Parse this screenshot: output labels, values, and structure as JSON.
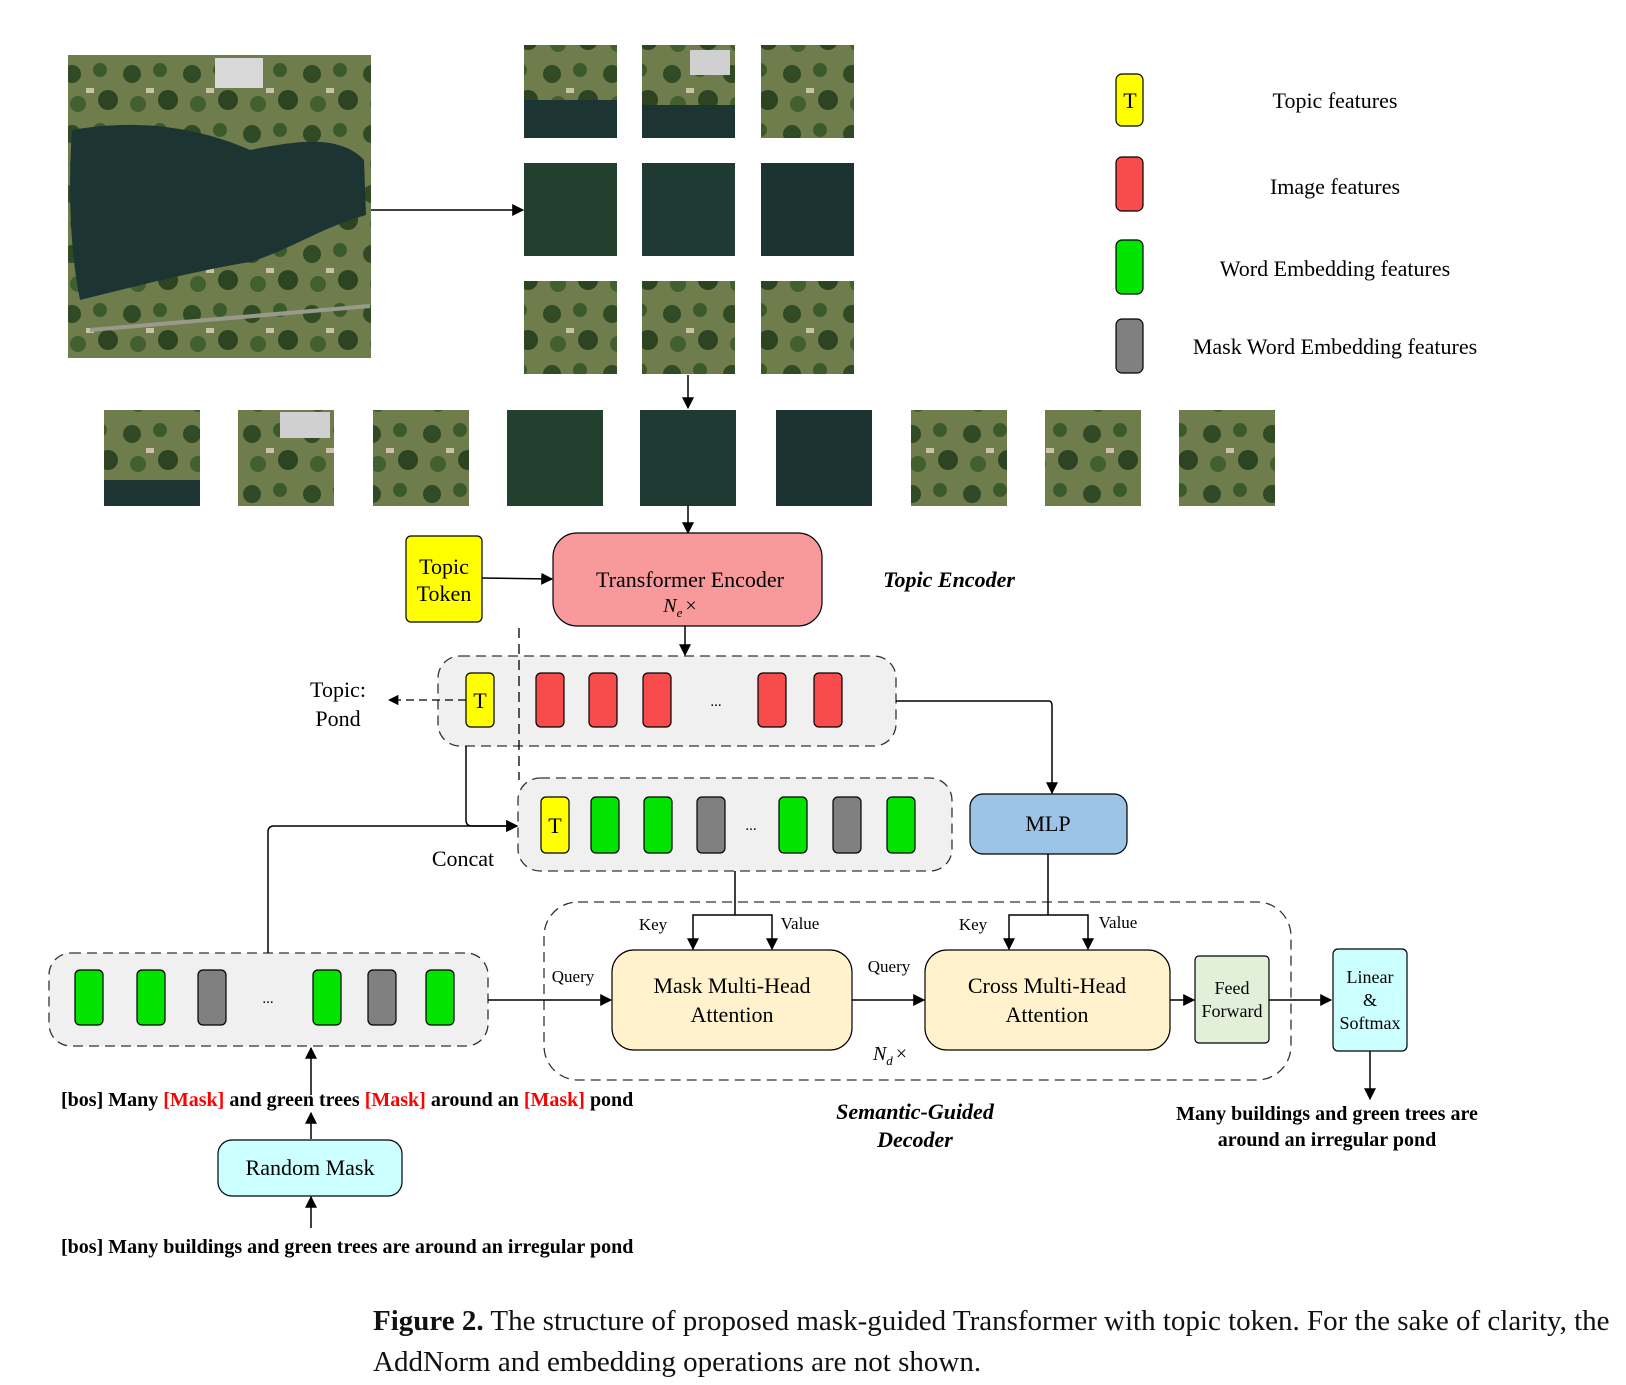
{
  "legend": [
    {
      "swatch_text": "T",
      "label": "Topic features",
      "color": "#ffff00"
    },
    {
      "swatch_text": "",
      "label": "Image features",
      "color": "#f84c4c"
    },
    {
      "swatch_text": "",
      "label": "Word Embedding features",
      "color": "#00e400"
    },
    {
      "swatch_text": "",
      "label": "Mask Word Embedding features",
      "color": "#808080"
    }
  ],
  "topic_token": {
    "line1": "Topic",
    "line2": "Token"
  },
  "encoder": {
    "title": "Transformer Encoder",
    "repeat": "N",
    "repeat_sub": "e",
    "repeat_suffix": "×",
    "section_label": "Topic Encoder"
  },
  "topic_output": {
    "line1": "Topic:",
    "line2": "Pond"
  },
  "token_letter": "T",
  "ellipsis": "...",
  "concat_label": "Concat",
  "mlp_label": "MLP",
  "key_label": "Key",
  "value_label": "Value",
  "query_label": "Query",
  "mask_attention": {
    "line1": "Mask Multi-Head",
    "line2": "Attention"
  },
  "cross_attention": {
    "line1": "Cross Multi-Head",
    "line2": "Attention"
  },
  "feed_forward": {
    "line1": "Feed",
    "line2": "Forward"
  },
  "linear_softmax": {
    "line1": "Linear",
    "line2": "&",
    "line3": "Softmax"
  },
  "decoder": {
    "repeat": "N",
    "repeat_sub": "d",
    "repeat_suffix": "×",
    "line1": "Semantic-Guided",
    "line2": "Decoder"
  },
  "masked_sentence": {
    "p1": "[bos] Many ",
    "m1": "[Mask]",
    "p2": " and green trees ",
    "m2": "[Mask]",
    "p3": " around an ",
    "m3": "[Mask]",
    "p4": " pond"
  },
  "random_mask_label": "Random Mask",
  "input_sentence": "[bos] Many buildings and green trees are around an irregular pond",
  "output_sentence": {
    "line1": "Many buildings and green trees are",
    "line2": "around an irregular pond"
  },
  "caption": {
    "label": "Figure 2.",
    "text": " The structure of proposed mask-guided Transformer with topic token. For the sake of clarity, the AddNorm and embedding operations are not shown."
  },
  "colors": {
    "topic": "#ffff00",
    "image": "#f84c4c",
    "word": "#00e400",
    "mask": "#808080",
    "encoder": "#f8999b",
    "mlp": "#9dc3e6",
    "attention": "#fff2cc",
    "feedforward": "#e2f0d9",
    "linear": "#ccffff",
    "random_mask": "#ccffff",
    "mask_text": "#ff0000",
    "dashed_group_fill": "#f0f0f0"
  }
}
